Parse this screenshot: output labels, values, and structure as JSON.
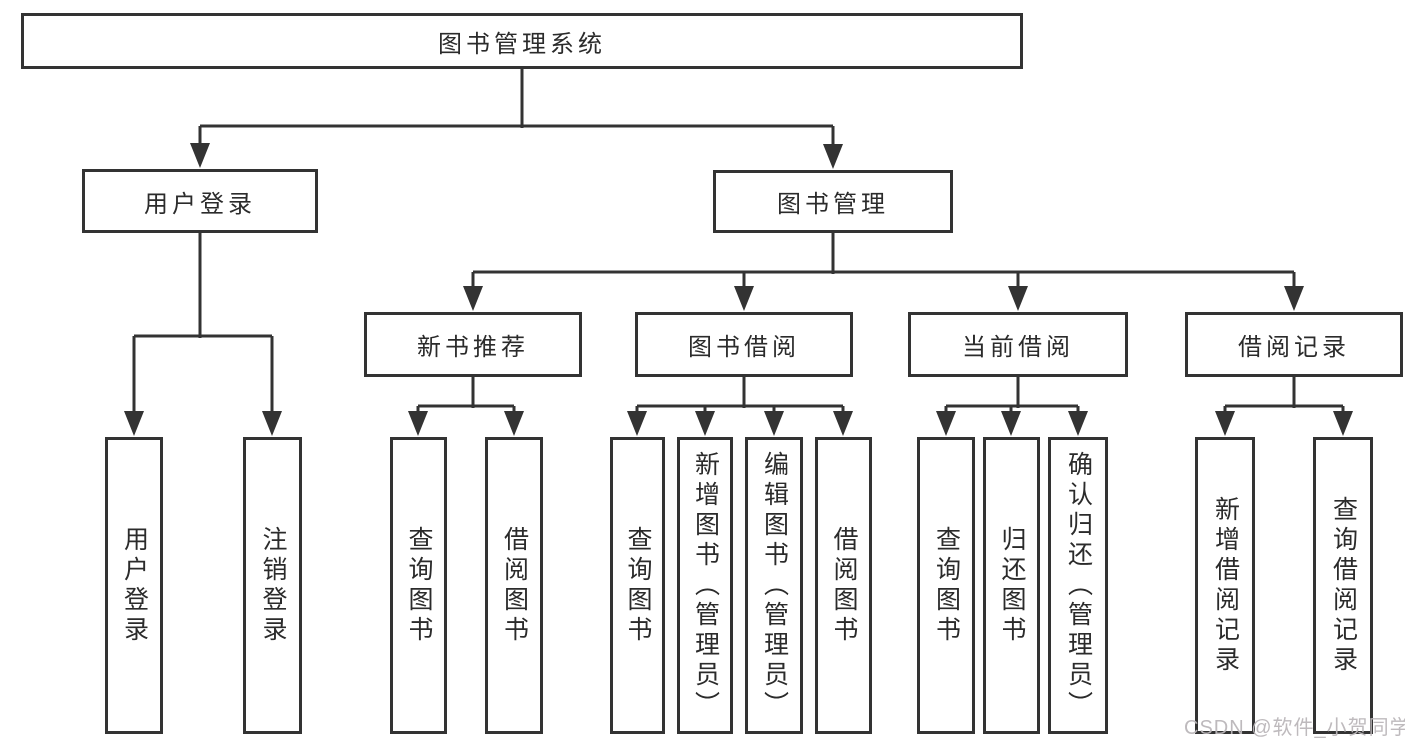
{
  "diagram": {
    "type": "hierarchy-tree",
    "root": {
      "label": "图书管理系统"
    },
    "level2": [
      {
        "label": "用户登录"
      },
      {
        "label": "图书管理"
      }
    ],
    "level3": [
      {
        "label": "新书推荐"
      },
      {
        "label": "图书借阅"
      },
      {
        "label": "当前借阅"
      },
      {
        "label": "借阅记录"
      }
    ],
    "leaves": {
      "user_login": [
        {
          "label": "用户登录"
        },
        {
          "label": "注销登录"
        }
      ],
      "new_book": [
        {
          "label": "查询图书"
        },
        {
          "label": "借阅图书"
        }
      ],
      "book_borrow": [
        {
          "label": "查询图书"
        },
        {
          "label": "新增图书（管理员）"
        },
        {
          "label": "编辑图书（管理员）"
        },
        {
          "label": "借阅图书"
        }
      ],
      "current_borrow": [
        {
          "label": "查询图书"
        },
        {
          "label": "归还图书"
        },
        {
          "label": "确认归还（管理员）"
        }
      ],
      "borrow_record": [
        {
          "label": "新增借阅记录"
        },
        {
          "label": "查询借阅记录"
        }
      ]
    },
    "colors": {
      "line": "#333333",
      "text": "#2b2b2b",
      "background": "#ffffff",
      "watermark": "#bab6b9"
    },
    "watermark": "CSDN @软件_小贺同学"
  }
}
